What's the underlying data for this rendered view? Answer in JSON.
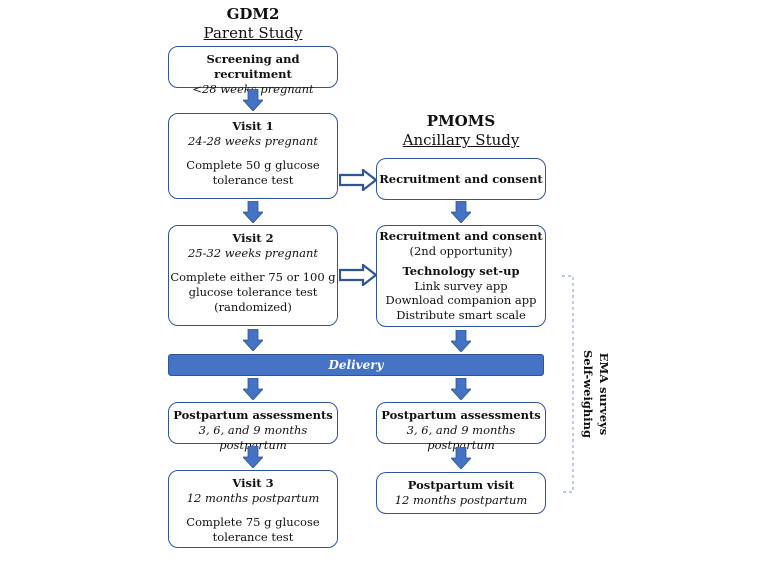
{
  "headers": {
    "parent": {
      "title": "GDM2",
      "subtitle": "Parent Study"
    },
    "ancillary": {
      "title": "PMOMS",
      "subtitle": "Ancillary Study"
    }
  },
  "left": {
    "screening": {
      "title": "Screening and recruitment",
      "sub": "<28 weeks pregnant"
    },
    "visit1": {
      "title": "Visit 1",
      "sub": "24-28 weeks pregnant",
      "body": [
        "Complete 50 g glucose",
        "tolerance test"
      ]
    },
    "visit2": {
      "title": "Visit 2",
      "sub": "25-32 weeks pregnant",
      "body": [
        "Complete either 75 or 100 g",
        "glucose tolerance test",
        "(randomized)"
      ]
    },
    "postpartum": {
      "title": "Postpartum assessments",
      "sub": "3, 6, and 9 months postpartum"
    },
    "visit3": {
      "title": "Visit 3",
      "sub": "12 months postpartum",
      "body": [
        "Complete 75 g glucose",
        "tolerance test"
      ]
    }
  },
  "right": {
    "recruit1": {
      "title": "Recruitment and consent"
    },
    "recruit2": {
      "title": "Recruitment and consent",
      "sub": "(2nd opportunity)",
      "tech_title": "Technology set-up",
      "tech_items": [
        "Link survey app",
        "Download companion app",
        "Distribute smart scale"
      ]
    },
    "postpartum": {
      "title": "Postpartum assessments",
      "sub": "3, 6, and 9 months postpartum"
    },
    "visit": {
      "title": "Postpartum visit",
      "sub": "12 months postpartum"
    }
  },
  "delivery": {
    "label": "Delivery"
  },
  "side_label": {
    "line1": "EMA surveys",
    "line2": "Self-weighing"
  },
  "colors": {
    "arrow_fill": "#4472c4",
    "border": "#2f5597",
    "delivery_bar": "#4472c4"
  }
}
